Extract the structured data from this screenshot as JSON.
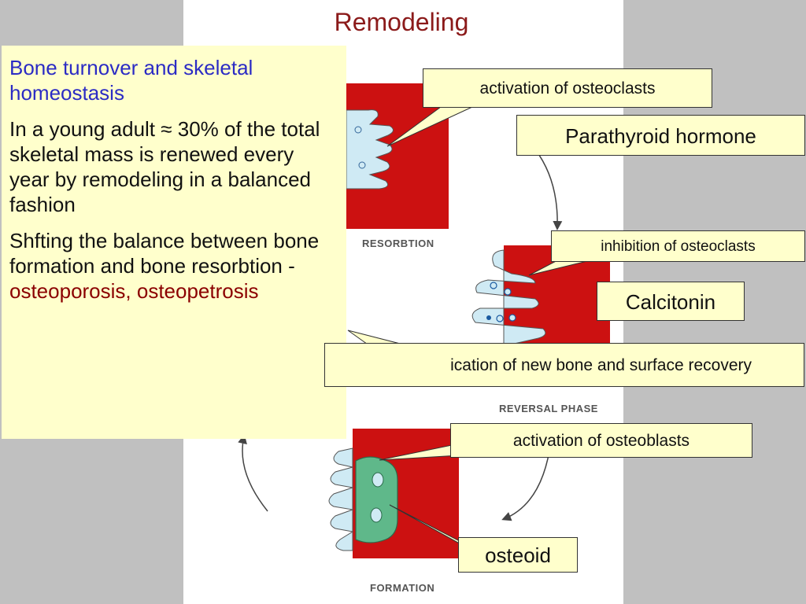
{
  "slide": {
    "title": "Remodeling"
  },
  "text_box": {
    "heading": "Bone turnover and skeletal homeostasis",
    "paragraph_1": "In a young adult ≈ 30% of the total skeletal mass is renewed every year by remodeling in a balanced fashion",
    "paragraph_2_main": "Shfting the balance between bone formation and bone resorbtion - ",
    "paragraph_2_highlight": "osteoporosis, osteopetrosis"
  },
  "diagram": {
    "phase_labels": {
      "resorption": "RESORBTION",
      "reversal": "REVERSAL PHASE",
      "formation": "FORMATION"
    },
    "callouts": {
      "activation_osteoclasts": "activation of osteoclasts",
      "parathyroid": "Parathyroid hormone",
      "inhibition_osteoclasts": "inhibition of osteoclasts",
      "calcitonin": "Calcitonin",
      "new_bone": "ication of new bone and surface recovery",
      "activation_osteoblasts": "activation of osteoblasts",
      "osteoid": "osteoid"
    }
  },
  "colors": {
    "bone_red": "#cc1111",
    "cell_blue": "#cfeaf4",
    "osteoid_green": "#5fb88a",
    "callout_yellow": "#ffffcc",
    "title_red": "#8b1a1a",
    "heading_blue": "#2b2bc4"
  }
}
